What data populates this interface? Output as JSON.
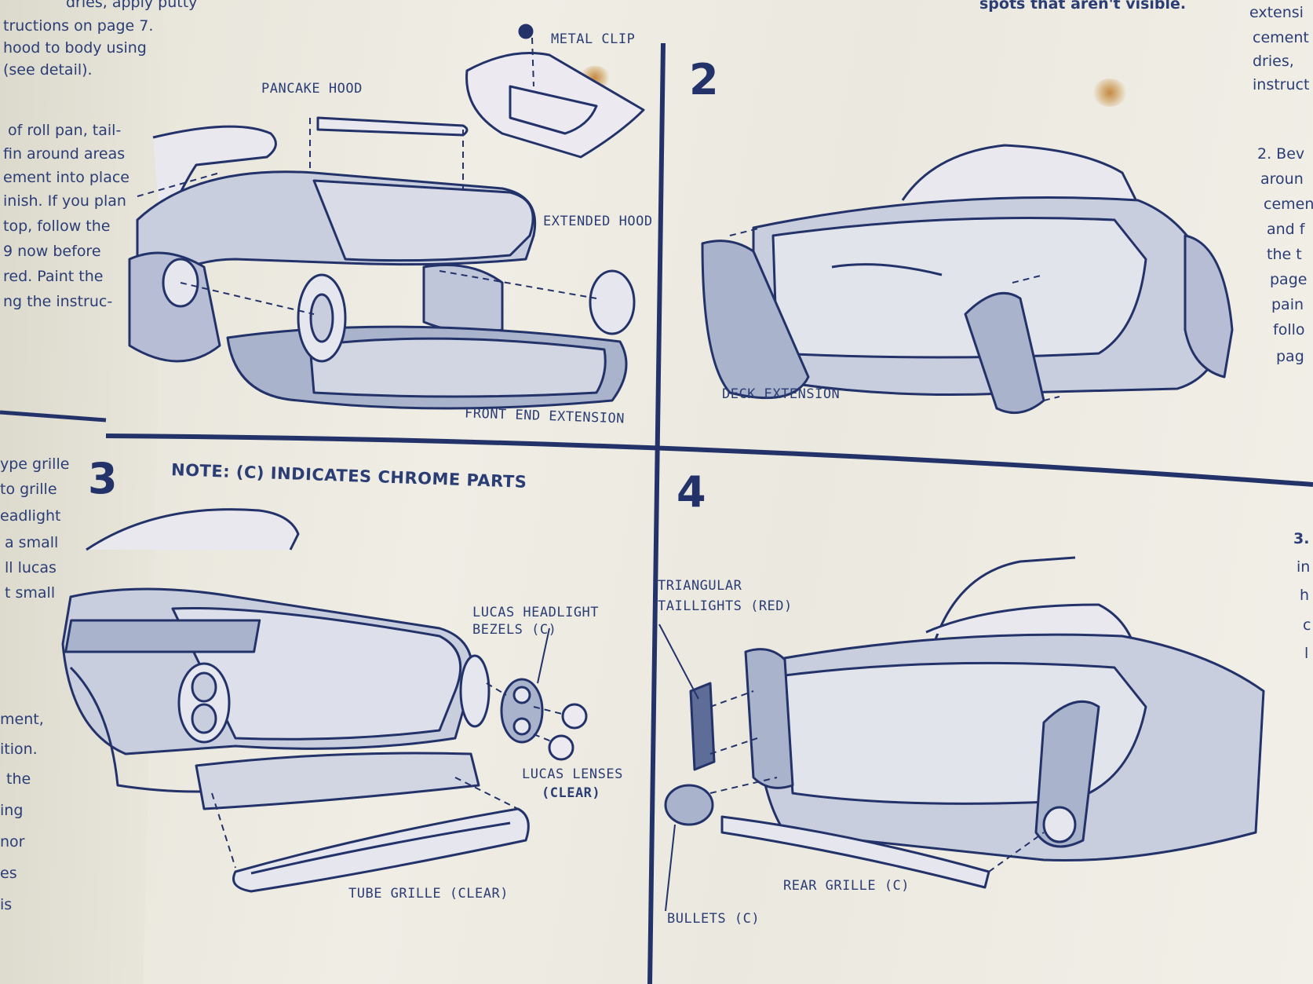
{
  "step_numbers": {
    "s2": "2",
    "s3": "3",
    "s4": "4"
  },
  "note": {
    "text": "NOTE: (C) INDICATES CHROME PARTS"
  },
  "labels": {
    "metal_clip": "METAL CLIP",
    "pancake_hood": "PANCAKE HOOD",
    "extended_hood": "EXTENDED HOOD",
    "front_end_extension": "FRONT END EXTENSION",
    "deck_extension": "DECK EXTENSION",
    "lucas_headlight_1": "LUCAS HEADLIGHT",
    "lucas_headlight_2": "BEZELS (C)",
    "lucas_lenses_1": "LUCAS LENSES",
    "lucas_lenses_2": "(CLEAR)",
    "tube_grille": "TUBE GRILLE (CLEAR)",
    "triangular_1": "TRIANGULAR",
    "triangular_2": "TAILLIGHTS (RED)",
    "rear_grille": "REAR GRILLE (C)",
    "bullets": "BULLETS (C)"
  },
  "top_text": "spots that aren't visible.",
  "left_col_top": [
    "dries, apply putty",
    "tructions on page 7.",
    "hood to body using",
    "(see detail)."
  ],
  "left_col_mid": [
    "of roll pan, tail-",
    "fin around areas",
    "ement into place",
    "inish. If you plan",
    "top, follow the",
    "9 now before",
    "red. Paint the",
    "ng the instruc-"
  ],
  "left_col_step3": [
    "ype grille",
    "to grille",
    "eadlight",
    "a small",
    "ll lucas",
    "t small"
  ],
  "left_col_bottom": [
    "ment,",
    "ition.",
    "the",
    "ing",
    "nor",
    "es",
    "is"
  ],
  "right_col_top": [
    "extensi",
    "cement",
    "dries,",
    "instruct"
  ],
  "right_col_mid": [
    "2. Bev",
    "aroun",
    "cemen",
    "and f",
    "the t",
    "page",
    "pain",
    "follo",
    "pag"
  ],
  "right_col_bottom": [
    "3.",
    "in",
    "h",
    "c",
    "l"
  ],
  "colors": {
    "ink": "#2b3d75",
    "paper": "#ebe9df",
    "tint": "#9aa7c4"
  }
}
